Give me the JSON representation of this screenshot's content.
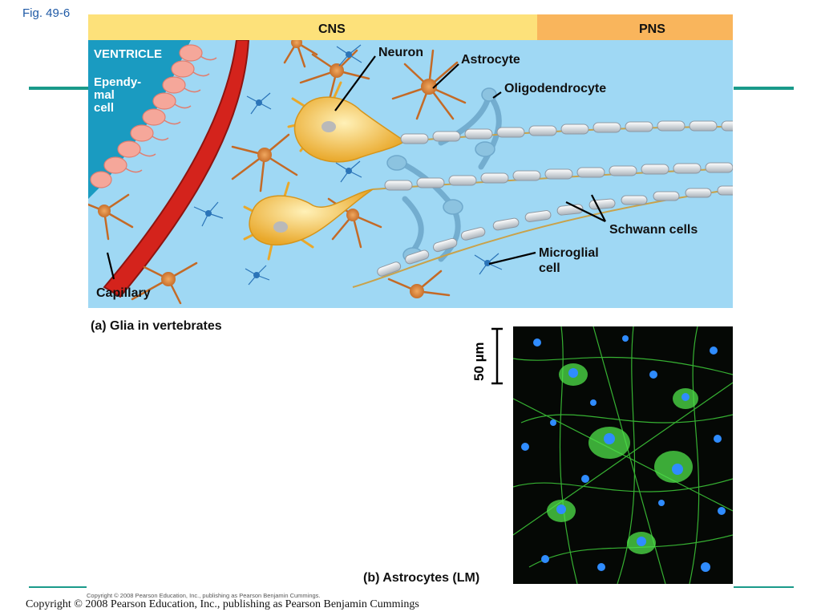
{
  "figure_label": "Fig. 49-6",
  "header": {
    "cns": "CNS",
    "pns": "PNS"
  },
  "labels": {
    "ventricle": "VENTRICLE",
    "ependymal": [
      "Ependy-",
      "mal",
      "cell"
    ],
    "neuron": "Neuron",
    "astrocyte": "Astrocyte",
    "oligodendrocyte": "Oligodendrocyte",
    "schwann": "Schwann cells",
    "microglial": [
      "Microglial",
      "cell"
    ],
    "capillary": "Capillary"
  },
  "captions": {
    "a": "(a) Glia in vertebrates",
    "b": "(b) Astrocytes (LM)",
    "scale_bar": "50 µm"
  },
  "copyright_small": "Copyright © 2008 Pearson Education, Inc., publishing as Pearson Benjamin Cummings.",
  "copyright_footer": "Copyright © 2008 Pearson Education, Inc., publishing as Pearson Benjamin Cummings",
  "colors": {
    "cns_bar": "#fde17a",
    "pns_bar": "#f9b55c",
    "tissue_bg": "#9fd8f4",
    "ventricle": "#1a9bc1",
    "ependymal": "#f5a79a",
    "capillary": "#d4231c",
    "neuron": "#f5c542",
    "astrocyte": "#d98a3f",
    "schwann": "#d8dde2",
    "accent_rule": "#1a9a8a"
  }
}
